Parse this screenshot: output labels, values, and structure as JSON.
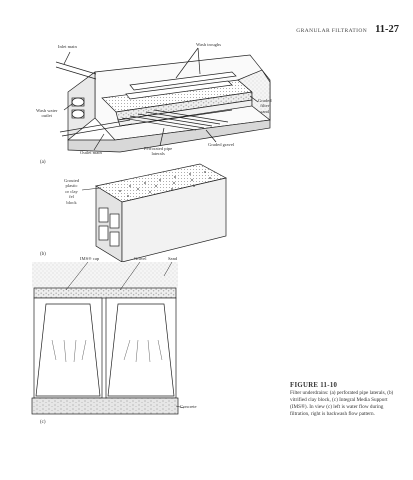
{
  "header": {
    "running_title": "GRANULAR FILTRATION",
    "page_number": "11-27"
  },
  "panel_a": {
    "letter": "(a)",
    "labels": {
      "wash_troughs": "Wash troughs",
      "inlet_main": "Inlet main",
      "wash_water_outlet": "Wash water\noutlet",
      "graded_filter_sand": "Graded\nfilter\nsand",
      "graded_gravel": "Graded gravel",
      "perforated_pipe_laterals": "Perforated pipe\nlaterals",
      "outlet_main": "Outlet main"
    }
  },
  "panel_b": {
    "letter": "(b)",
    "labels": {
      "grouted_clay_block": "Grouted\nplastic\nor clay\nfel\nblock"
    }
  },
  "panel_c": {
    "letter": "(c)",
    "labels": {
      "imsr_cap": "IMS® cap",
      "gravel": "Gravel",
      "sand": "Sand",
      "concrete": "Concrete"
    }
  },
  "caption": {
    "title": "FIGURE 11-10",
    "text": "Filter underdrains: (a) perforated pipe laterals, (b) vitrified clay block, (c) Integral Media Support (IMS®). In view (c) left is water flow during filtration, right is backwash flow pattern."
  }
}
